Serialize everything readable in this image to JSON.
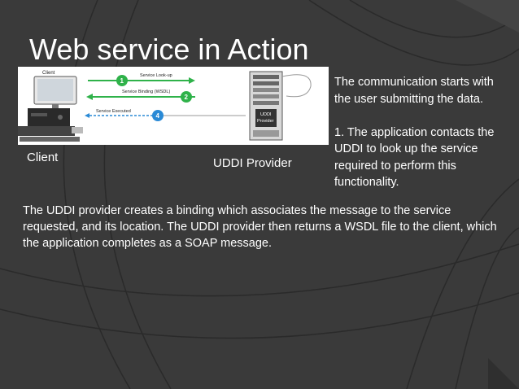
{
  "slide": {
    "title": "Web service in Action",
    "left_label": "Client",
    "provider_label": "UDDI Provider",
    "side_paragraph_1": "The communication starts with the user submitting the data.",
    "side_paragraph_2": "1. The application contacts the UDDI to look up the service required to perform this functionality.",
    "body": "The UDDI provider creates a binding which associates the message to the service requested, and its location. The UDDI provider then returns a WSDL file to the client, which the application completes as a SOAP message."
  },
  "diagram": {
    "client_label": "Client",
    "step1_num": "1",
    "step1_label": "Service Look-up",
    "step2_num": "2",
    "step2_label": "Service Binding (WSDL)",
    "step4_num": "4",
    "step4_label": "Service Executed",
    "server_label_1": "UDDI",
    "server_label_2": "Provider"
  },
  "colors": {
    "background": "#3a3a3a",
    "text": "#ffffff",
    "green_arrow": "#2fb24a",
    "blue_circle": "#2a8ad6"
  }
}
